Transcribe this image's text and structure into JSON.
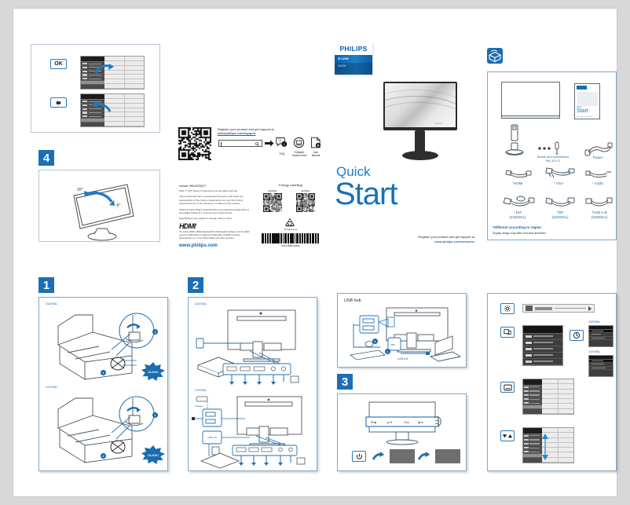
{
  "document": {
    "brand": "PHILIPS",
    "series": "S Line",
    "model": "242S9",
    "title_line1": "Quick",
    "title_line2": "Start",
    "register_text": "Register your product and get support at",
    "register_url": "www.philips.com/welcome"
  },
  "support_block": {
    "heading": "Register your product and get support at",
    "url": "www.philips.com/support",
    "search_placeholder": "",
    "icons": [
      {
        "name": "faq-icon",
        "label": "FAQ"
      },
      {
        "name": "software-smartcontrol-icon",
        "label": "Software\nSmartControl"
      },
      {
        "name": "user-manual-icon",
        "label": "User\nManual"
      }
    ]
  },
  "legal_block": {
    "version": "Version: M9242S9QT7",
    "copyright": "2021 © TOP Victory Investments Ltd. All rights reserved.",
    "paragraph1": "This product has been manufactured by and is sold under the responsibility of Top Victory Investments Ltd., and Top Victory Investments Ltd. is the warrantor in relation to this product.",
    "paragraph2": "Philips and the Philips Shield Emblem are registered trademarks of Koninklijke Philips N.V. and are used under license.",
    "paragraph3": "Specifications are subject to change without notice.",
    "hdmi_logo_text": "HDMI",
    "hdmi_note": "The terms HDMI, HDMI High-Definition Multimedia Interface, and the HDMI Logo are trademarks or registered trademarks of HDMI Licensing Administrator, Inc. in the United States and other countries.",
    "url": "www.philips.com"
  },
  "energy_block": {
    "title": "Energy Labelling",
    "qr_labels": [
      "242S9AL",
      "242S9AL"
    ],
    "recycle_label": "Printable Area",
    "barcode_number": "M3127B1B71865A"
  },
  "accessories": {
    "header_icon": "box-contents-icon",
    "items": [
      {
        "name": "monitor",
        "label": ""
      },
      {
        "name": "quick-start-guide",
        "label": "Start"
      },
      {
        "name": "stand-base",
        "label": ""
      },
      {
        "name": "screws-screwdriver",
        "label": "Screw and screwdriver\nM4-10 x 3"
      },
      {
        "name": "power-cable",
        "label": "Power"
      },
      {
        "name": "hdmi-cable",
        "label": "*HDMI"
      },
      {
        "name": "vga-cable",
        "label": "* VGA"
      },
      {
        "name": "audio-cable",
        "label": "* Audio"
      },
      {
        "name": "dvi-cable",
        "label": "* DVI\n(242S9AL)"
      },
      {
        "name": "dp-cable",
        "label": "*DP\n(242S9AL)"
      },
      {
        "name": "usb-ab-cable",
        "label": "*USB A-B\n(242S9AL)"
      }
    ],
    "footnote_bold": "*Different according to region",
    "footnote_small": "Display design may differ from that illustrated"
  },
  "steps": {
    "step1": {
      "number": "1",
      "model_top": "242S9AL",
      "model_bottom": "242S9AL",
      "callouts": [
        "1",
        "2"
      ],
      "click_label": "CLICK!"
    },
    "step2": {
      "number": "2",
      "model_top": "242S9AL",
      "model_bottom": "242S9AL",
      "port_labels": [
        "VGA",
        "HDMI",
        "DP/DVI",
        "Audio",
        "Power"
      ]
    },
    "step3": {
      "number": "3",
      "power_icon": "power-icon"
    },
    "usb_hub": {
      "title": "USB hub",
      "cable_label": "USB A-B",
      "callouts": [
        "1",
        "2"
      ]
    },
    "step4": {
      "number": "4",
      "tilt_up": "20°",
      "tilt_down": "-5°"
    }
  },
  "osd_top": {
    "ok_key": "OK",
    "back_key": "back-arrow-icon"
  },
  "osd_right": {
    "keys": [
      {
        "name": "brightness-key-icon",
        "label": ""
      },
      {
        "name": "input-source-key-icon",
        "label": ""
      },
      {
        "name": "power-sensor-key-icon",
        "label": ""
      },
      {
        "name": "menu-key-icon",
        "label": ""
      },
      {
        "name": "updown-key-icon",
        "label": ""
      }
    ],
    "input_menu_labels": [
      "242S9AL",
      "242S9AL"
    ],
    "input_items_a": [
      "Input",
      "VGA",
      "DVI",
      "HDMI 1.4"
    ],
    "input_items_b": [
      "Input",
      "VGA",
      "HDMI 1.4",
      "DisplayPort"
    ]
  },
  "colors": {
    "brand_blue": "#1565ad",
    "deep_blue": "#0b5ea8",
    "accent": "#1f7ac4",
    "panel_border": "#b9c7d6"
  }
}
